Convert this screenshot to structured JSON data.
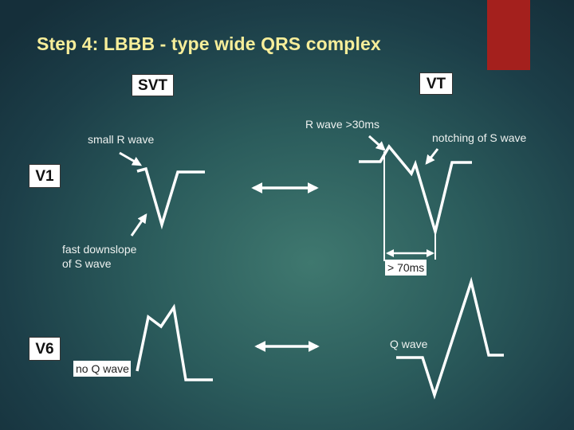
{
  "title": "Step 4: LBBB - type wide QRS complex",
  "headers": {
    "svt": "SVT",
    "vt": "VT"
  },
  "leads": {
    "v1": "V1",
    "v6": "V6"
  },
  "annotations": {
    "small_r_wave": "small R wave",
    "r_wave_30ms": "R wave >30ms",
    "notching_s_wave": "notching of S wave",
    "fast_downslope_line1": "fast downslope",
    "fast_downslope_line2": "of S wave",
    "gt_70ms": "> 70ms",
    "q_wave": "Q wave",
    "no_q_wave": "no Q wave"
  },
  "colors": {
    "title": "#f7ee9a",
    "accent": "#a4201d",
    "trace": "#ffffff",
    "label_box": "#ffffff"
  }
}
